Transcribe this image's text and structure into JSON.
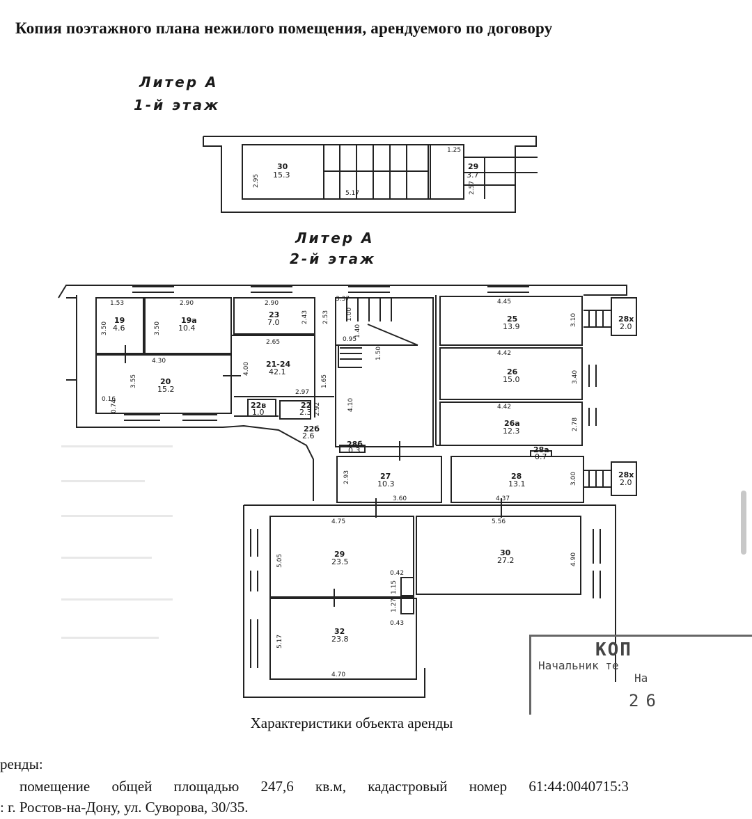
{
  "document": {
    "title": "Копия поэтажного плана нежилого помещения, арендуемого по договору"
  },
  "floor1": {
    "liter": "Литер А",
    "floor_label": "1-й этаж",
    "rooms": [
      {
        "id": "30",
        "area": "15.3"
      },
      {
        "id": "29",
        "area": "3.7"
      }
    ],
    "dimensions": [
      "2.95",
      "5.17",
      "1.25",
      "2.57"
    ]
  },
  "floor2": {
    "liter": "Литер А",
    "floor_label": "2-й этаж",
    "rooms": [
      {
        "id": "19",
        "area": "4.6"
      },
      {
        "id": "19а",
        "area": "10.4"
      },
      {
        "id": "23",
        "area": "7.0"
      },
      {
        "id": "20",
        "area": "15.2"
      },
      {
        "id": "21-24",
        "area": "42.1"
      },
      {
        "id": "22в",
        "area": "1.0"
      },
      {
        "id": "22",
        "area": "2.3"
      },
      {
        "id": "22б",
        "area": "2.6"
      },
      {
        "id": "28б",
        "area": "0.3"
      },
      {
        "id": "25",
        "area": "13.9"
      },
      {
        "id": "26",
        "area": "15.0"
      },
      {
        "id": "26а",
        "area": "12.3"
      },
      {
        "id": "28а",
        "area": "0.7"
      },
      {
        "id": "27",
        "area": "10.3"
      },
      {
        "id": "28",
        "area": "13.1"
      },
      {
        "id": "28х",
        "area": "2.0"
      },
      {
        "id": "28х",
        "area": "2.0"
      },
      {
        "id": "29",
        "area": "23.5"
      },
      {
        "id": "30",
        "area": "27.2"
      },
      {
        "id": "32",
        "area": "23.8"
      }
    ],
    "dimensions": [
      "1.53",
      "2.90",
      "2.90",
      "3.37",
      "4.45",
      "3.50",
      "3.50",
      "2.43",
      "2.53",
      "1.00",
      "1.40",
      "3.10",
      "2.65",
      "0.95",
      "4.30",
      "4.00",
      "1.50",
      "4.42",
      "3.55",
      "1.65",
      "3.40",
      "2.97",
      "0.16",
      "0.74",
      "4.42",
      "2.92",
      "4.10",
      "2.78",
      "2.93",
      "3.00",
      "3.60",
      "4.37",
      "4.75",
      "5.56",
      "5.05",
      "4.90",
      "0.42",
      "1.15",
      "1.27",
      "0.43",
      "5.17",
      "4.70"
    ]
  },
  "stamp": {
    "line1": "КОП",
    "line2": "Начальник те",
    "line3": "На",
    "line4": "26"
  },
  "characteristics": {
    "heading": "Характеристики объекта аренды",
    "line1": "ренды:",
    "line2": "помещение общей площадью 247,6 кв.м, кадастровый номер 61:44:0040715:3",
    "line3": ": г. Ростов-на-Дону, ул. Суворова, 30/35."
  }
}
